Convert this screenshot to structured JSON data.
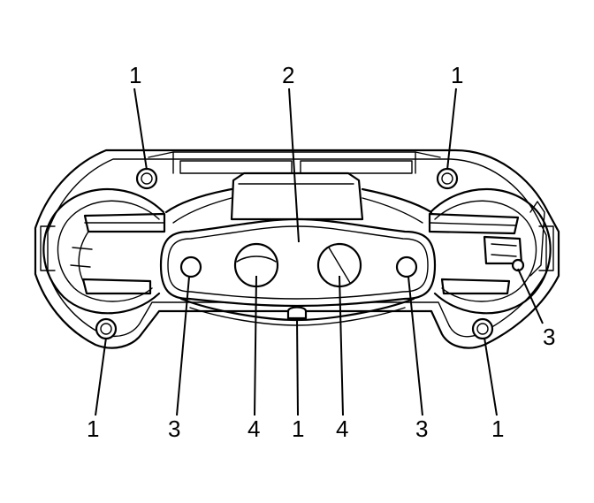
{
  "colors": {
    "line": "#000000",
    "background": "#ffffff"
  },
  "callouts": {
    "top_left_stud": "1",
    "top_center_plate": "2",
    "top_right_stud": "1",
    "right_hole": "3",
    "bottom_left_stud": "1",
    "bottom_left_hole": "3",
    "bottom_left_port": "4",
    "bottom_center_stud": "1",
    "bottom_right_port": "4",
    "bottom_right_hole": "3",
    "bottom_right_stud": "1"
  }
}
